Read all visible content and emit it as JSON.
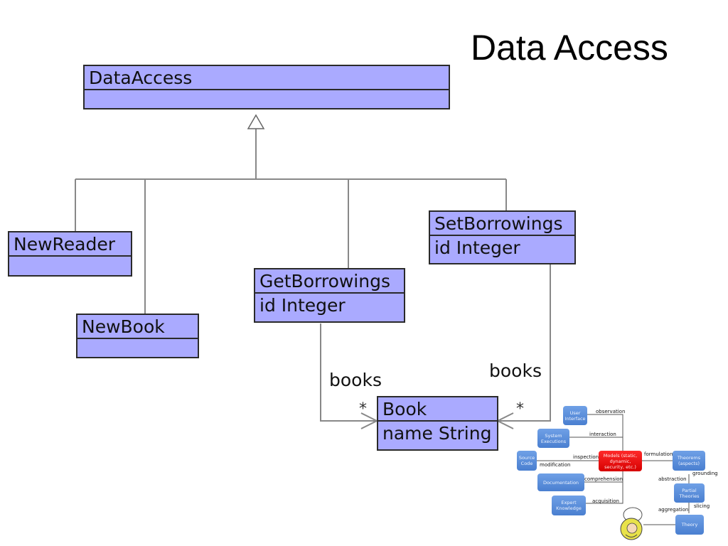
{
  "slide": {
    "title": "Data Access"
  },
  "classes": {
    "data_access": {
      "name": "DataAccess",
      "attr": ""
    },
    "new_reader": {
      "name": "NewReader",
      "attr": ""
    },
    "new_book": {
      "name": "NewBook",
      "attr": ""
    },
    "get_borrowings": {
      "name": "GetBorrowings",
      "attr": "id Integer"
    },
    "set_borrowings": {
      "name": "SetBorrowings",
      "attr": "id Integer"
    },
    "book": {
      "name": "Book",
      "attr": "name String"
    }
  },
  "associations": {
    "get_label": "books",
    "set_label": "books",
    "multiplicity_get": "*",
    "multiplicity_set": "*"
  },
  "mini_diagram": {
    "boxes": {
      "user_interface": "User Interface",
      "system_executions": "System Executions",
      "source_code": "Source Code",
      "documentation": "Documentation",
      "expert_knowledge": "Expert Knowledge",
      "models": "Models (static, dynamic, security, etc.)",
      "theorems": "Theorems (aspects)",
      "partial_theories": "Partial Theories",
      "theory": "Theory"
    },
    "edges": {
      "observation": "observation",
      "interaction": "interaction",
      "inspection": "inspection",
      "modification": "modification",
      "comprehension": "comprehension",
      "acquisition": "acquisition",
      "formulation": "formulation",
      "grounding": "grounding",
      "abstraction": "abstraction",
      "slicing": "slicing",
      "aggregation": "aggregation"
    }
  }
}
